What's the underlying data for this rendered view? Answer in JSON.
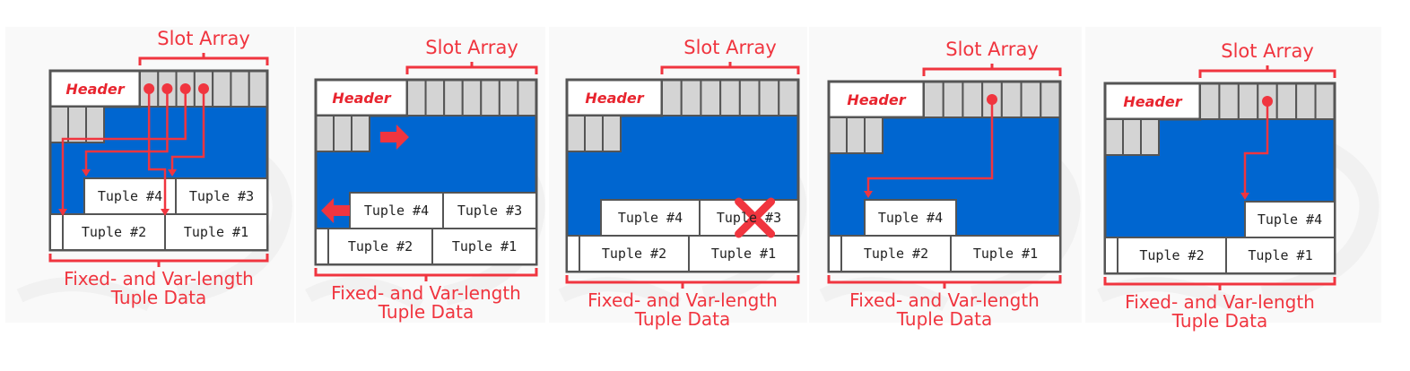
{
  "colors": {
    "accent": "#f0353f",
    "blue": "#0066d0",
    "slot": "#d4d4d4",
    "border": "#555555"
  },
  "panels": [
    {
      "slot_title": "Slot Array",
      "header": "Header",
      "tuples": [
        "Tuple #4",
        "Tuple #3",
        "Tuple #2",
        "Tuple #1"
      ],
      "bottom_line1": "Fixed- and Var-length",
      "bottom_line2": "Tuple Data"
    },
    {
      "slot_title": "Slot Array",
      "header": "Header",
      "tuples": [
        "Tuple #4",
        "Tuple #3",
        "Tuple #2",
        "Tuple #1"
      ],
      "bottom_line1": "Fixed- and Var-length",
      "bottom_line2": "Tuple Data"
    },
    {
      "slot_title": "Slot Array",
      "header": "Header",
      "tuples": [
        "Tuple #4",
        "Tuple #3",
        "Tuple #2",
        "Tuple #1"
      ],
      "bottom_line1": "Fixed- and Var-length",
      "bottom_line2": "Tuple Data"
    },
    {
      "slot_title": "Slot Array",
      "header": "Header",
      "tuples": [
        "Tuple #4",
        "Tuple #2",
        "Tuple #1"
      ],
      "bottom_line1": "Fixed- and Var-length",
      "bottom_line2": "Tuple Data"
    },
    {
      "slot_title": "Slot Array",
      "header": "Header",
      "tuples": [
        "Tuple #4",
        "Tuple #2",
        "Tuple #1"
      ],
      "bottom_line1": "Fixed- and Var-length",
      "bottom_line2": "Tuple Data"
    }
  ]
}
